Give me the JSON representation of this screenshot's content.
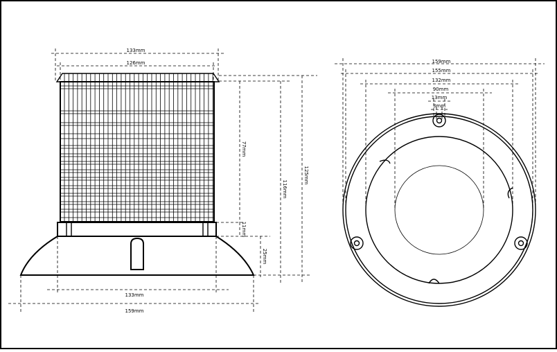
{
  "side_view": {
    "width_top_outer": "133mm",
    "width_top_inner": "126mm",
    "height_lens": "77mm",
    "height_collar": "11mm",
    "height_dome": "25mm",
    "height_total_1": "116mm",
    "height_total_2": "125mm",
    "width_base_inner": "133mm",
    "width_base_outer": "159mm"
  },
  "top_view": {
    "diameter_outer": "159mm",
    "diameter_2": "155mm",
    "diameter_3": "132mm",
    "diameter_inner": "90mm",
    "slot_width": "13mm",
    "hole_diameter": "3mm"
  }
}
